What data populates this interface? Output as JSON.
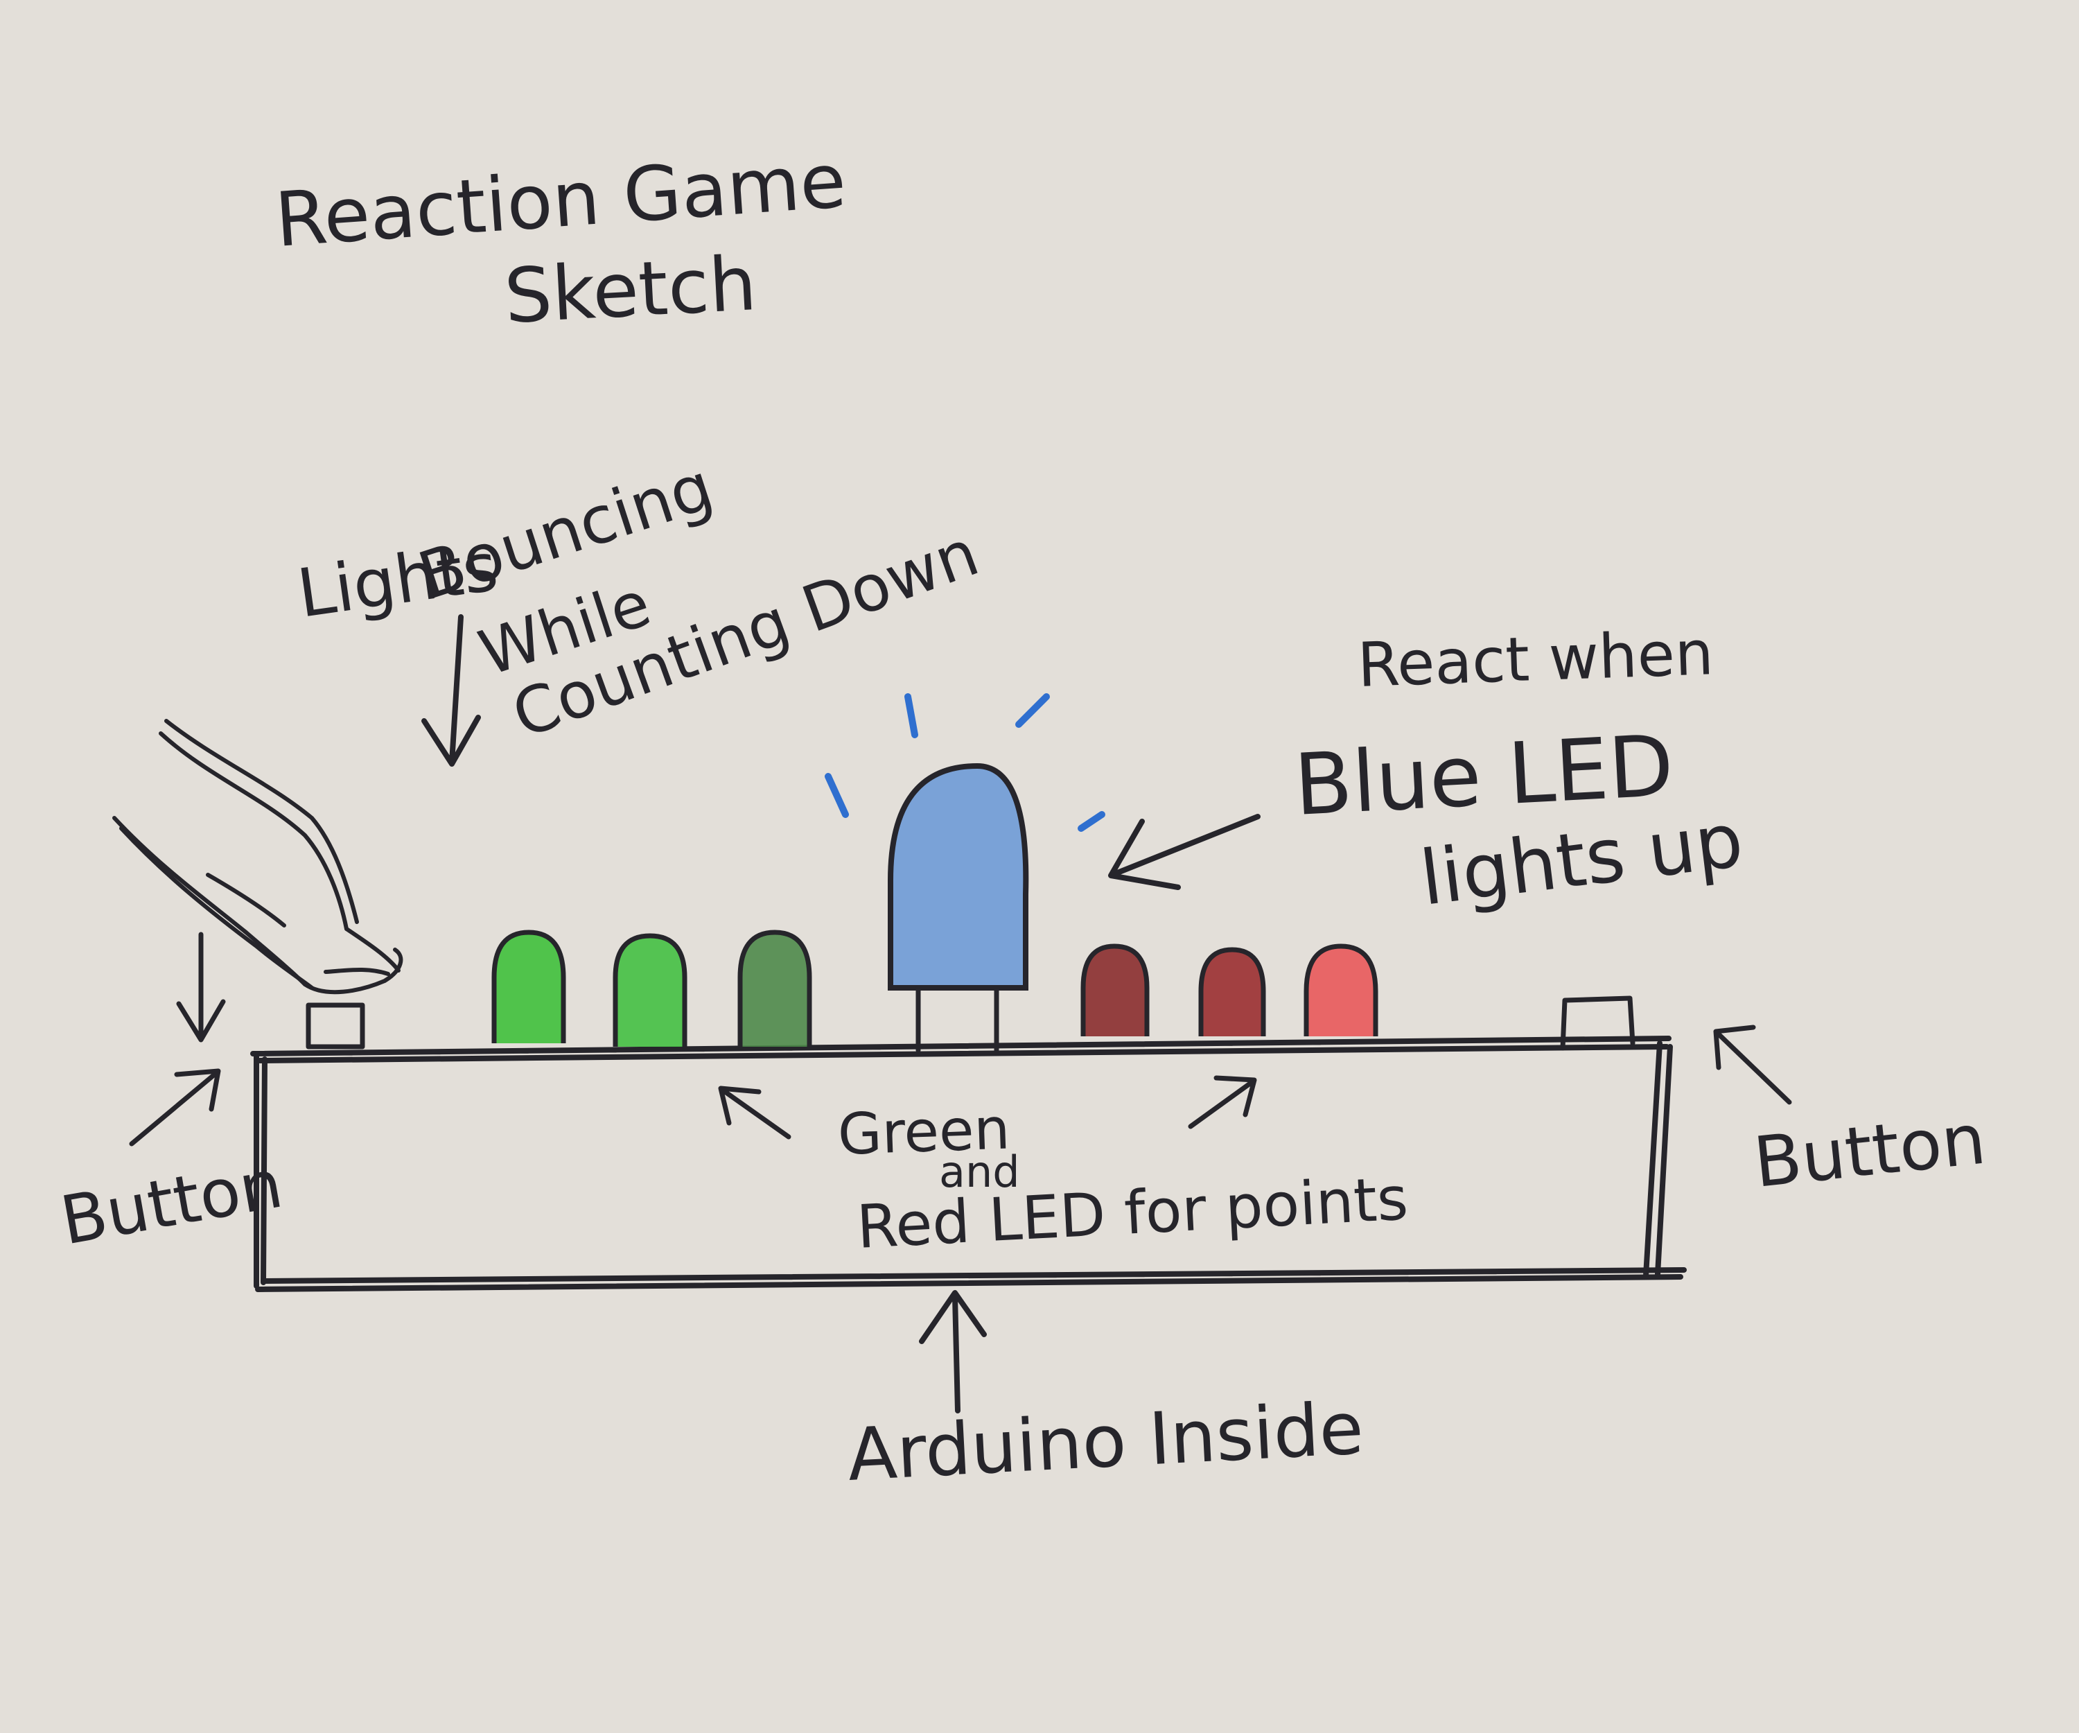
{
  "title": {
    "line1": "Reaction Game",
    "line2": "Sketch"
  },
  "annotations": {
    "lights_bouncing": {
      "line1": "Lights",
      "line2": "Bouncing",
      "line3": "While",
      "line4": "Counting Down"
    },
    "react_when": {
      "line1": "React when",
      "line2": "Blue LED",
      "line3": "lights up"
    },
    "points": {
      "line1": "Green",
      "line2": "and",
      "line3": "Red LED for points"
    },
    "arduino": "Arduino Inside",
    "button_left": "Button",
    "button_right": "Button"
  },
  "leds": [
    {
      "name": "green-led-1",
      "color": "#3fc03b"
    },
    {
      "name": "green-led-2",
      "color": "#44c043"
    },
    {
      "name": "green-led-3",
      "color": "#4e8a4a"
    },
    {
      "name": "blue-led",
      "color": "#6e9bd6",
      "glow_color": "#2f6fcf"
    },
    {
      "name": "red-led-1",
      "color": "#8a2d2d"
    },
    {
      "name": "red-led-2",
      "color": "#9a2f30"
    },
    {
      "name": "red-led-3",
      "color": "#e8595a"
    }
  ],
  "colors": {
    "background": "#e3dfd9",
    "ink": "#26252b"
  }
}
